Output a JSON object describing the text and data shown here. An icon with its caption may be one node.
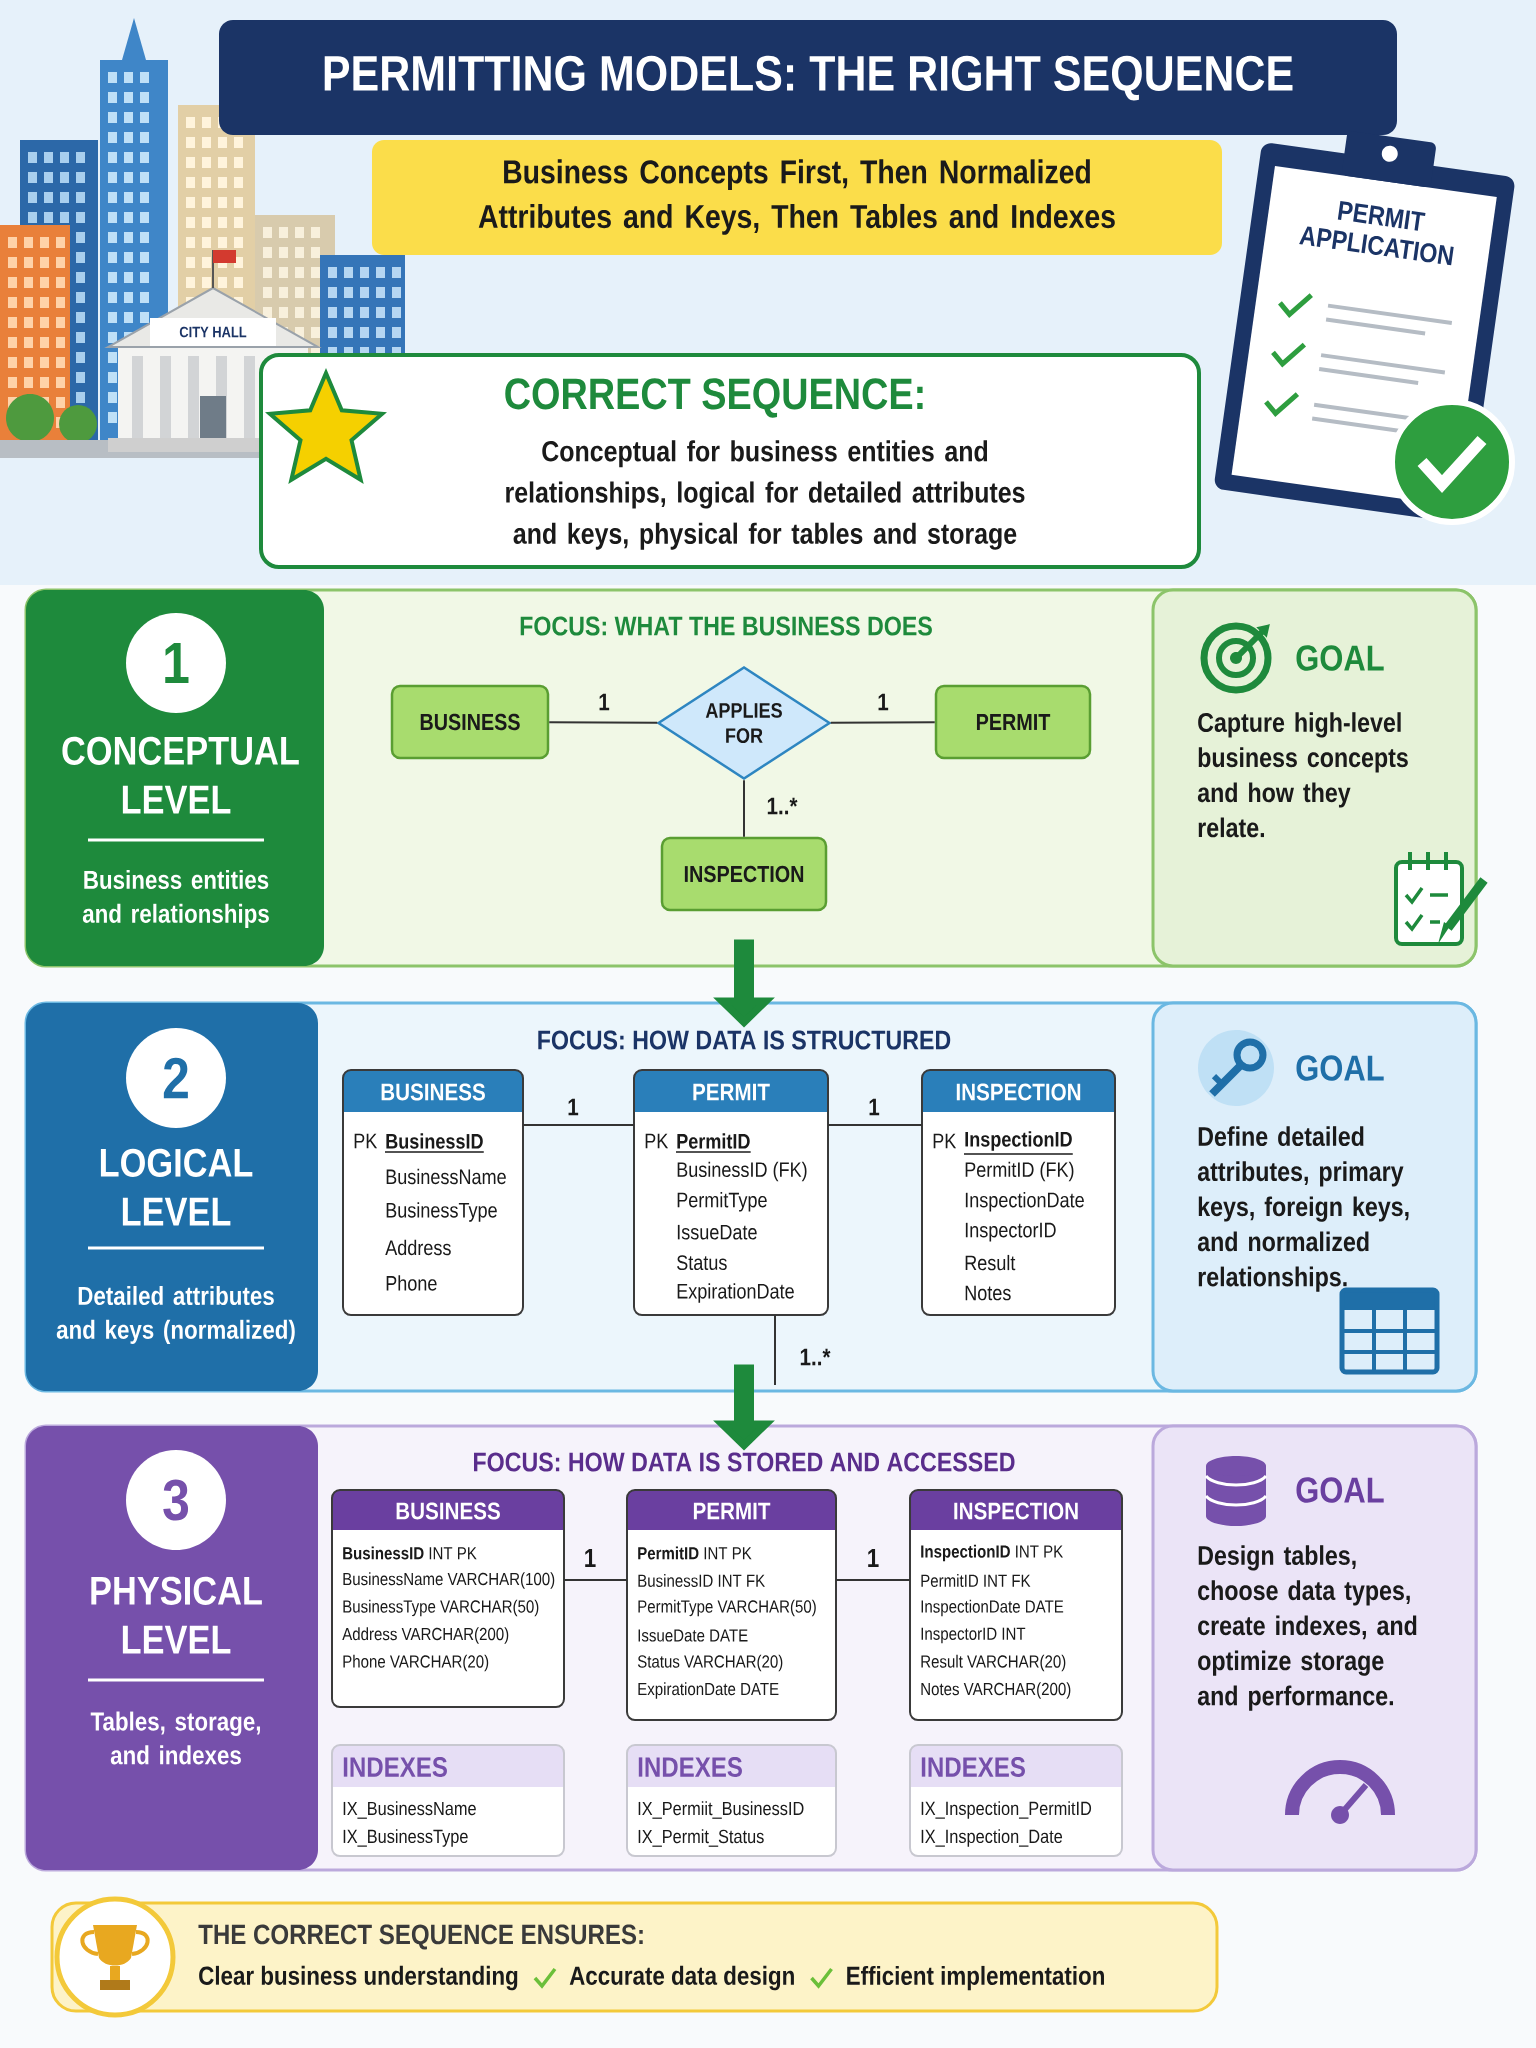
{
  "diagram": {
    "title": "PERMITTING MODELS: THE RIGHT SEQUENCE",
    "nodes": [
      {
        "text": [
          "CORRECT SEQUENCE:",
          "Conceptual for business entities and relationships, logical for detailed attributes and keys, physical for tables and storage"
        ]
      },
      {
        "text": [
          "FOCUS: WHAT THE BUSINESS DOES"
        ]
      },
      {
        "text": [
          "1",
          "CONCEPTUAL LEVEL",
          "Business entities and relationships"
        ],
        "in": 1
      },
      {
        "text": [
          "BUSINESS"
        ],
        "in": 1
      },
      {
        "text": [
          "APPLIES FOR"
        ],
        "in": 1
      },
      {
        "text": [
          "PERMIT"
        ],
        "in": 1
      },
      {
        "text": [
          "INSPECTION"
        ],
        "in": 1
      },
      {
        "text": [
          "GOAL",
          "Capture high-level business concepts and how they relate."
        ],
        "in": 1
      },
      {
        "text": [
          "FOCUS: HOW DATA IS STRUCTURED"
        ]
      },
      {
        "text": [
          "2",
          "LOGICAL LEVEL",
          "Detailed attributes and keys (normalized)"
        ],
        "in": 8
      },
      {
        "text": [
          "BUSINESS",
          "PK",
          "BusinessID",
          "BusinessName",
          "BusinessType",
          "Address",
          "Phone"
        ],
        "in": 8
      },
      {
        "text": [
          "PERMIT",
          "PK",
          "PermitID",
          "BusinessID (FK)",
          "PermitType",
          "IssueDate",
          "Status",
          "ExpirationDate"
        ],
        "in": 8
      },
      {
        "text": [
          "INSPECTION",
          "PK",
          "InspectionID",
          "PermitID (FK)",
          "InspectionDate",
          "InspectorID",
          "Result",
          "Notes"
        ],
        "in": 8
      },
      {
        "text": [
          "GOAL",
          "Define detailed attributes, primary keys, foreign keys, and normalized relationships."
        ],
        "in": 8
      },
      {
        "text": [
          "FOCUS: HOW DATA IS STORED AND ACCESSED"
        ]
      },
      {
        "text": [
          "3",
          "PHYSICAL LEVEL",
          "Tables, storage, and indexes"
        ],
        "in": 14
      },
      {
        "text": [
          "BUSINESS",
          "**BusinessID** INT PK",
          "BusinessName VARCHAR(100)",
          "BusinessType VARCHAR(50)",
          "Address VARCHAR(200)",
          "Phone VARCHAR(20)"
        ],
        "in": 14
      },
      {
        "text": [
          "PERMIT",
          "**PermitID** INT PK",
          "BusinessID INT FK",
          "PermitType VARCHAR(50)",
          "IssueDate DATE",
          "Status VARCHAR(20)",
          "ExpirationDate DATE"
        ],
        "in": 14
      },
      {
        "text": [
          "INSPECTION",
          "**InspectionID** INT PK",
          "PermitID INT FK",
          "InspectionDate DATE",
          "InspectorID INT",
          "Result VARCHAR(20)",
          "Notes VARCHAR(200)"
        ],
        "in": 14
      },
      {
        "text": [
          "INDEXES",
          "IX_BusinessName",
          "IX_BusinessType"
        ],
        "in": 14
      },
      {
        "text": [
          "INDEXES",
          "IX_Permiit_BusinessID",
          "IX_Permit_Status"
        ],
        "in": 14
      },
      {
        "text": [
          "INDEXES",
          "IX_Inspection_PermitID",
          "IX_Inspection_Date"
        ],
        "in": 14
      },
      {
        "text": [
          "GOAL",
          "Design tables, choose data types, create indexes, and optimize storage and performance."
        ],
        "in": 14
      },
      {
        "text": [
          "THE CORRECT SEQUENCE ENSURES:",
          "Clear business understanding",
          "Accurate data design",
          "Efficient implementation"
        ]
      }
    ],
    "edges": [
      {
        "from": 3,
        "to": 4,
        "arrow": "none",
        "label": "1"
      },
      {
        "from": 4,
        "to": 5,
        "arrow": "none",
        "label": "1"
      },
      {
        "from": 4,
        "to": 6,
        "arrow": "none",
        "label": "1..*"
      },
      {
        "from": 1,
        "to": 8,
        "arrow": "to",
        "style": "thick",
        "color": "#1e8a3c"
      },
      {
        "from": 10,
        "to": 11,
        "arrow": "none",
        "label": "1"
      },
      {
        "from": 11,
        "to": 12,
        "arrow": "none",
        "label": "1"
      },
      {
        "from": 11,
        "to": null,
        "arrow": "none",
        "label": "1..*"
      },
      {
        "from": 8,
        "to": 14,
        "arrow": "to",
        "style": "thick",
        "color": "#1e8a3c"
      },
      {
        "from": 16,
        "to": 17,
        "arrow": "none",
        "label": "1"
      },
      {
        "from": 17,
        "to": 18,
        "arrow": "none",
        "label": "1"
      }
    ],
    "labels": [
      "Business Concepts First, Then Normalized Attributes and Keys, Then Tables and Indexes",
      "CITY HALL",
      "PERMIT APPLICATION"
    ]
  }
}
